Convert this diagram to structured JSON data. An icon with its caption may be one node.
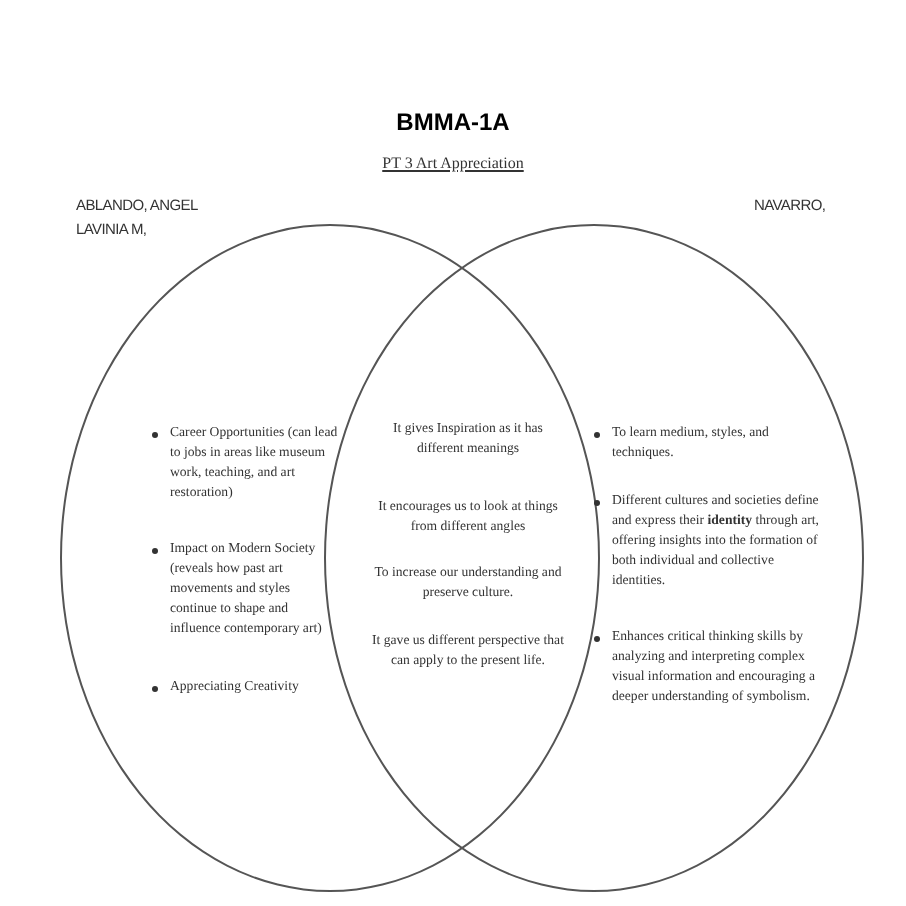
{
  "diagram": {
    "title": "BMMA-1A",
    "nodes": [
      {
        "text": [
          "Career Opportunities (can lead to jobs in areas like museum work, teaching, and art restoration)",
          "Impact on Modern Society (reveals how past art movements and styles continue to shape and influence contemporary art)",
          "Appreciating Creativity"
        ]
      },
      {
        "text": [
          "To learn medium, styles, and techniques.",
          "Different cultures and societies define and express their **identity** through art, offering insights into the formation of both individual and collective identities.",
          "Enhances critical thinking skills by analyzing and interpreting complex visual information and encouraging a deeper understanding of symbolism."
        ]
      },
      {
        "text": [
          "It gives Inspiration as it has different meanings",
          "It encourages us to look at things from different angles",
          "To increase our understanding and preserve culture.",
          "It gave us different perspective that can apply to the present life."
        ]
      }
    ],
    "labels": [
      "PT 3 Art Appreciation",
      "ABLANDO, ANGEL LAVINIA M,",
      "NAVARRO,"
    ]
  }
}
